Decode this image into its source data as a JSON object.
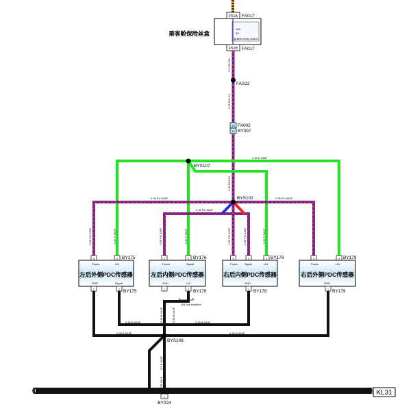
{
  "fuse_box": {
    "label": "乘客舱保险丝盒",
    "top_connector": "F51A",
    "top_ref": "FA017",
    "bottom_connector": "F51B",
    "bottom_ref": "FA017",
    "inner_line1": "10A",
    "inner_line2": "5A",
    "inner_line3": "Ignition relay control"
  },
  "splices": {
    "fas22": "FAS22",
    "bys107": "BYS107",
    "bys102": "BYS102",
    "bys108": "BYS108"
  },
  "inline_connector": {
    "pin_top": "14",
    "pin_bottom": "14",
    "ref_top": "FA002",
    "ref_bottom": "BY097"
  },
  "wires": {
    "main_supply_top": "0.5 O/U 5A",
    "main_supply_mid": "0.35 O/U 5A",
    "main_supply_low": "0.35 O/U 5A",
    "green_bus": "0.35 G 5A5F",
    "power_bus_left": "0.35 PU 5A5F",
    "power_bus_right": "0.35 PU 5A5F",
    "power_inner": "0.35 PU 5A5F",
    "power_inner_right": "0.35 PU 5A5F",
    "ground_left": "0.35 B 5A5F",
    "ground_right": "0.35 B 5A5F",
    "ground_bus": "0.35 B 5A5F",
    "ground_trunk": "0.5 B 5A5F",
    "ground_bottom": "1.0 B 5A5F",
    "drop_lo_power": "0.35 PU 5A5F",
    "drop_lo_signal": "0.35 G 5A5F",
    "drop_li_power": "0.35 PU 5A5F",
    "drop_li_signal": "0.35 G 5A5F",
    "drop_ri_power": "0.35 PU 5A5F",
    "drop_ri_signal": "0.35 G 5A5F",
    "drop_ri_power2": "0.35 PU 5A5F",
    "drop_li_ground": "0.35 B 5A5F",
    "drop_ri_ground": "0.35 B 5A5F"
  },
  "modules": [
    {
      "name": "左后外侧PDC传感器",
      "ref_top": "BY175",
      "ref_bottom": "BY175",
      "pins_top": [
        "4",
        "3"
      ],
      "pins_bottom": [
        "1",
        "2"
      ],
      "pin_labels_top": [
        "Power",
        "LIN"
      ],
      "pin_labels_bottom": [
        "GND",
        "Signal"
      ]
    },
    {
      "name": "左后内侧PDC传感器",
      "ref_top": "BY176",
      "ref_bottom": "BY176",
      "pins_top": [
        "4",
        "2"
      ],
      "pins_bottom": [
        "1",
        "3"
      ],
      "pin_labels_top": [
        "Power",
        "Signal"
      ],
      "pin_labels_bottom": [
        "GND",
        "LIN"
      ]
    },
    {
      "name": "右后内侧PDC传感器",
      "ref_top": "BY178",
      "ref_bottom": "BY178",
      "pins_top": [
        "4",
        "2",
        "3"
      ],
      "pins_bottom": [
        "1"
      ],
      "pin_labels_top": [
        "Power",
        "Signal",
        "LIN"
      ],
      "pin_labels_bottom": [
        "GND"
      ]
    },
    {
      "name": "右后外侧PDC传感器",
      "ref_top": "BY179",
      "ref_bottom": "BY179",
      "pins_top": [
        "4",
        "3"
      ],
      "pins_bottom": [
        "1"
      ],
      "pin_labels_top": [
        "Power",
        "LIN"
      ],
      "pin_labels_bottom": [
        "GND"
      ]
    }
  ],
  "note_under_li": "LIN bus shielded",
  "ground_point": "BY024",
  "ground_pin": "1",
  "kl_label": "KL31",
  "colors": {
    "power_red": "#e8232a",
    "power_blue": "#2a2ad8",
    "green": "#22e422",
    "ground": "#111111",
    "module_fill": "#d6ecf7",
    "fuse_wire_orange": "#f29a1a"
  }
}
